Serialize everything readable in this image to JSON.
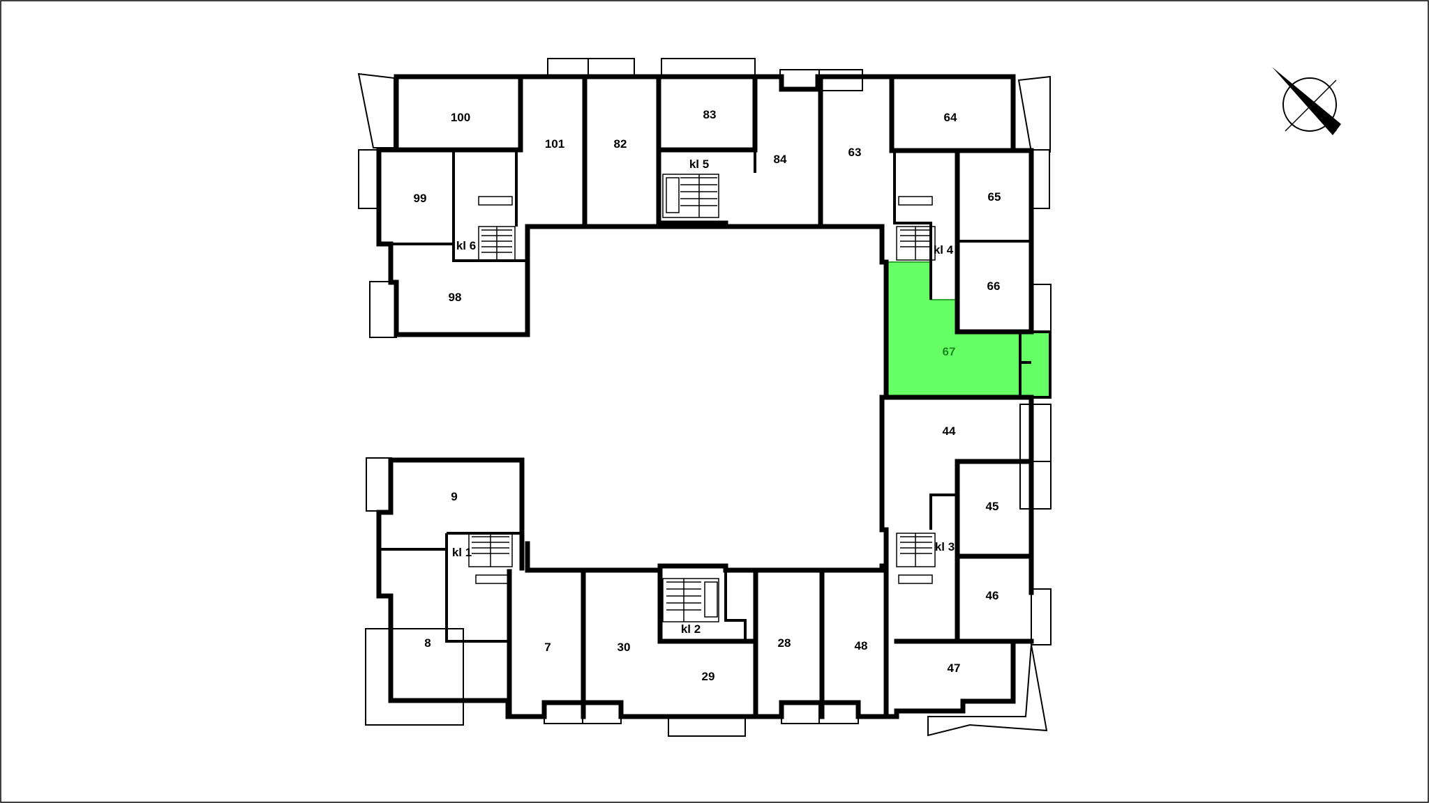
{
  "plan": {
    "highlight_color": "#66ff66",
    "highlight_stroke": "#2ea82e",
    "apartments": [
      {
        "id": "apt-100",
        "label": "100"
      },
      {
        "id": "apt-101",
        "label": "101"
      },
      {
        "id": "apt-82",
        "label": "82"
      },
      {
        "id": "apt-83",
        "label": "83"
      },
      {
        "id": "apt-84",
        "label": "84"
      },
      {
        "id": "apt-63",
        "label": "63"
      },
      {
        "id": "apt-64",
        "label": "64"
      },
      {
        "id": "apt-99",
        "label": "99"
      },
      {
        "id": "apt-98",
        "label": "98"
      },
      {
        "id": "apt-65",
        "label": "65"
      },
      {
        "id": "apt-66",
        "label": "66"
      },
      {
        "id": "apt-67",
        "label": "67",
        "highlighted": true
      },
      {
        "id": "apt-44",
        "label": "44"
      },
      {
        "id": "apt-45",
        "label": "45"
      },
      {
        "id": "apt-46",
        "label": "46"
      },
      {
        "id": "apt-47",
        "label": "47"
      },
      {
        "id": "apt-48",
        "label": "48"
      },
      {
        "id": "apt-28",
        "label": "28"
      },
      {
        "id": "apt-29",
        "label": "29"
      },
      {
        "id": "apt-30",
        "label": "30"
      },
      {
        "id": "apt-7",
        "label": "7"
      },
      {
        "id": "apt-8",
        "label": "8"
      },
      {
        "id": "apt-9",
        "label": "9"
      }
    ],
    "staircases": [
      {
        "id": "kl-1",
        "label": "kl 1"
      },
      {
        "id": "kl-2",
        "label": "kl 2"
      },
      {
        "id": "kl-3",
        "label": "kl 3"
      },
      {
        "id": "kl-4",
        "label": "kl 4"
      },
      {
        "id": "kl-5",
        "label": "kl 5"
      },
      {
        "id": "kl-6",
        "label": "kl 6"
      }
    ]
  }
}
